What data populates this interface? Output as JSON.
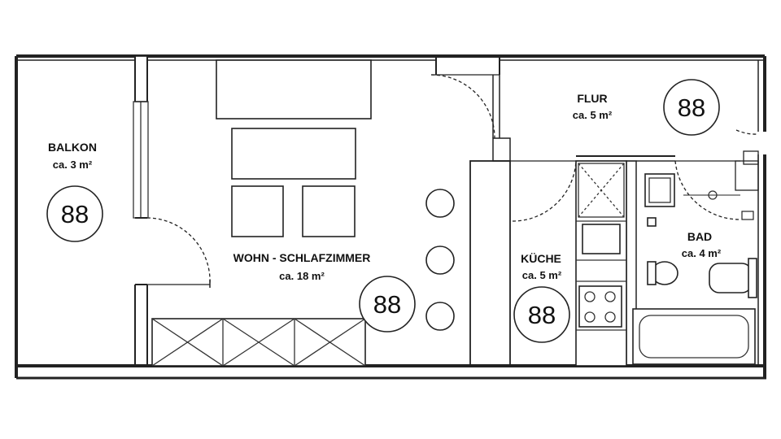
{
  "rooms": {
    "balkon": {
      "name": "BALKON",
      "area": "ca. 3 m²",
      "badge": "88"
    },
    "wohn": {
      "name": "WOHN - SCHLAFZIMMER",
      "area": "ca. 18 m²",
      "badge": "88"
    },
    "flur": {
      "name": "FLUR",
      "area": "ca. 5 m²",
      "badge": "88"
    },
    "kueche": {
      "name": "KÜCHE",
      "area": "ca. 5 m²",
      "badge": "88"
    },
    "bad": {
      "name": "BAD",
      "area": "ca. 4 m²"
    }
  },
  "colors": {
    "line": "#222222",
    "background": "#ffffff"
  }
}
